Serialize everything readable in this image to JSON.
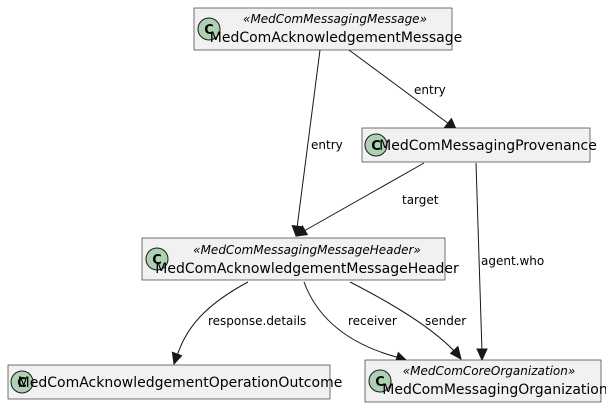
{
  "classes": {
    "ack_message": {
      "stereotype": "«MedComMessagingMessage»",
      "name": "MedComAcknowledgementMessage",
      "icon": "class-c-icon"
    },
    "provenance": {
      "name": "MedComMessagingProvenance",
      "icon": "class-c-icon"
    },
    "ack_header": {
      "stereotype": "«MedComMessagingMessageHeader»",
      "name": "MedComAcknowledgementMessageHeader",
      "icon": "class-c-icon"
    },
    "operation_outcome": {
      "name": "MedComAcknowledgementOperationOutcome",
      "icon": "class-c-icon"
    },
    "organization": {
      "stereotype": "«MedComCoreOrganization»",
      "name": "MedComMessagingOrganization",
      "icon": "class-c-icon"
    }
  },
  "circle_letter": "C",
  "edges": {
    "msg_to_provenance": "entry",
    "msg_to_header": "entry",
    "provenance_target": "target",
    "provenance_agent": "agent.who",
    "header_response": "response.details",
    "header_receiver": "receiver",
    "header_sender": "sender"
  },
  "colors": {
    "box_fill": "#f1f1f1",
    "circle_fill": "#add1b2",
    "line": "#181818"
  }
}
